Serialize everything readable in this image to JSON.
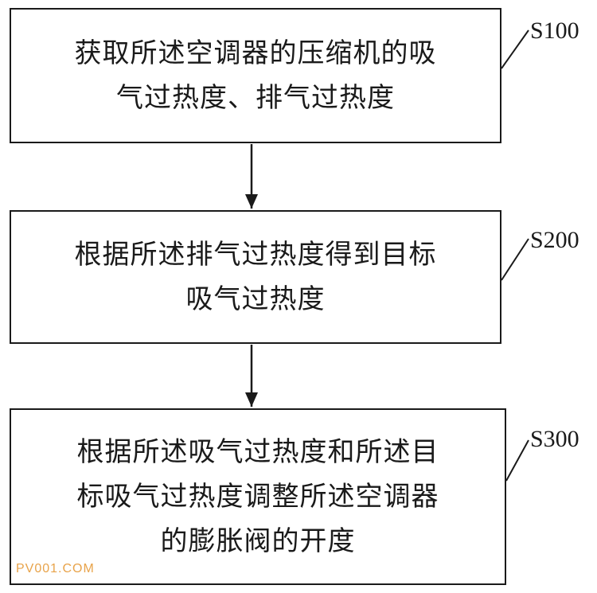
{
  "steps": [
    {
      "id": "S100",
      "lines": [
        "获取所述空调器的压缩机的吸",
        "气过热度、排气过热度"
      ]
    },
    {
      "id": "S200",
      "lines": [
        "根据所述排气过热度得到目标",
        "吸气过热度"
      ]
    },
    {
      "id": "S300",
      "lines": [
        "根据所述吸气过热度和所述目",
        "标吸气过热度调整所述空调器",
        "的膨胀阀的开度"
      ]
    }
  ],
  "watermark": "PV001.COM",
  "colors": {
    "line": "#1a1a1a",
    "watermark": "#e8a34a"
  }
}
